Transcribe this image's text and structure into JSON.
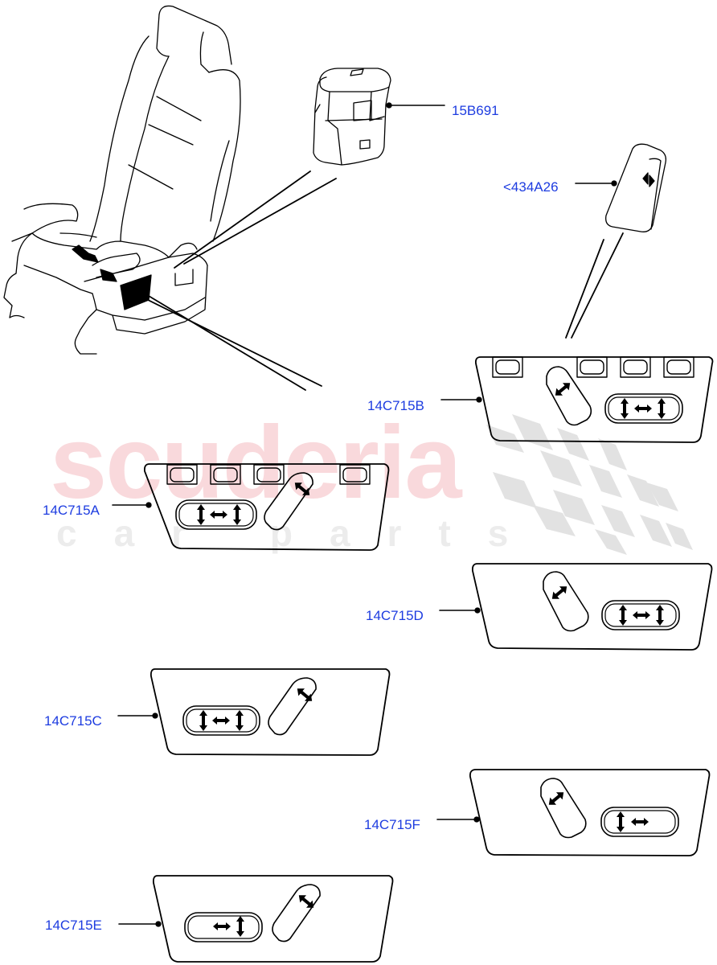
{
  "diagram": {
    "type": "parts-exploded-view",
    "subject": "Power seat switches",
    "watermark": {
      "main": "scuderia",
      "sub": "car parts",
      "main_color": "#f9d9dc",
      "sub_color": "#ececec",
      "checker_color": "#e2e2e2"
    },
    "label_color": "#1d3ce0",
    "callouts": [
      {
        "id": "15B691",
        "label": "15B691"
      },
      {
        "id": "434A26",
        "label": "<434A26"
      },
      {
        "id": "14C715B",
        "label": "14C715B"
      },
      {
        "id": "14C715A",
        "label": "14C715A"
      },
      {
        "id": "14C715D",
        "label": "14C715D"
      },
      {
        "id": "14C715C",
        "label": "14C715C"
      },
      {
        "id": "14C715F",
        "label": "14C715F"
      },
      {
        "id": "14C715E",
        "label": "14C715E"
      }
    ],
    "switch_panels": [
      {
        "part": "14C715B",
        "top_buttons": 4,
        "lumbar_switch": true,
        "seat_switch_arrows": "updown-leftright-updown"
      },
      {
        "part": "14C715A",
        "top_buttons": 4,
        "lumbar_switch": true,
        "seat_switch_arrows": "updown-leftright-updown"
      },
      {
        "part": "14C715D",
        "top_buttons": 0,
        "lumbar_switch": true,
        "seat_switch_arrows": "updown-leftright-updown"
      },
      {
        "part": "14C715C",
        "top_buttons": 0,
        "lumbar_switch": true,
        "seat_switch_arrows": "updown-leftright-updown"
      },
      {
        "part": "14C715F",
        "top_buttons": 0,
        "lumbar_switch": true,
        "seat_switch_arrows": "updown-leftright"
      },
      {
        "part": "14C715E",
        "top_buttons": 0,
        "lumbar_switch": true,
        "seat_switch_arrows": "leftright-updown"
      }
    ]
  }
}
